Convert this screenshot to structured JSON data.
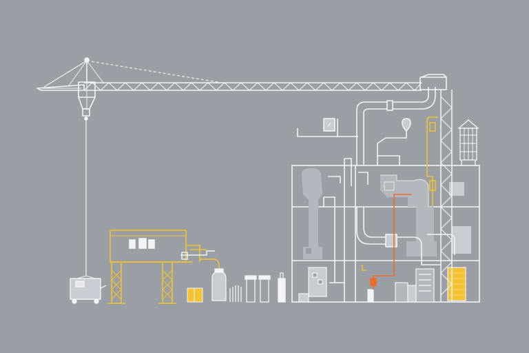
{
  "scene": {
    "background": "#9a9ea5",
    "colors": {
      "line": "#f2f3f5",
      "line_dim": "#d9dbe0",
      "fill_light": "#c9ccd2",
      "fill_mid": "#b3b7be",
      "accent_yellow": "#f2c230",
      "accent_orange": "#f06a2a"
    },
    "objects": [
      "tower-crane",
      "crane-hook-and-cable",
      "suspended-load-cart",
      "yellow-gantry-structure",
      "yellow-battery-box",
      "gas-cylinders",
      "multi-floor-plant-section",
      "piping-network",
      "yellow-tank",
      "storage-silo"
    ]
  }
}
